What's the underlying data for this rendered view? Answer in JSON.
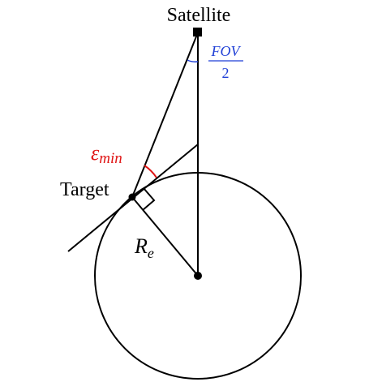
{
  "diagram": {
    "labels": {
      "satellite": "Satellite",
      "target": "Target",
      "fov_numerator": "FOV",
      "fov_denominator": "2",
      "epsilon_symbol": "ε",
      "epsilon_subscript": "min",
      "radius_symbol": "R",
      "radius_subscript": "e"
    },
    "colors": {
      "line": "#000000",
      "fov": "#1f3fd6",
      "elevation": "#e01515"
    }
  }
}
